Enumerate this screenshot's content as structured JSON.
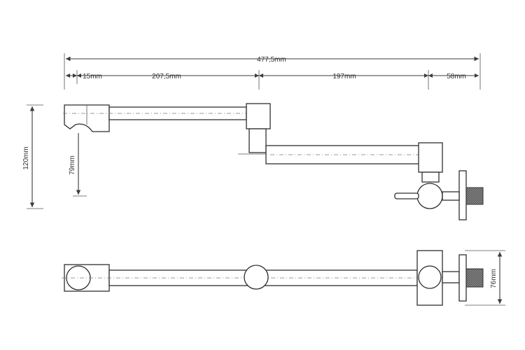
{
  "dimensions": {
    "total_width": "477,5mm",
    "seg_1": "15mm",
    "seg_2": "207,5mm",
    "seg_3": "197mm",
    "seg_4": "58mm",
    "height_total": "120mm",
    "height_spout": "79mm",
    "height_top_view": "76mm"
  },
  "colors": {
    "line": "#3a3a3a",
    "thread": "#555555",
    "background": "#ffffff"
  }
}
